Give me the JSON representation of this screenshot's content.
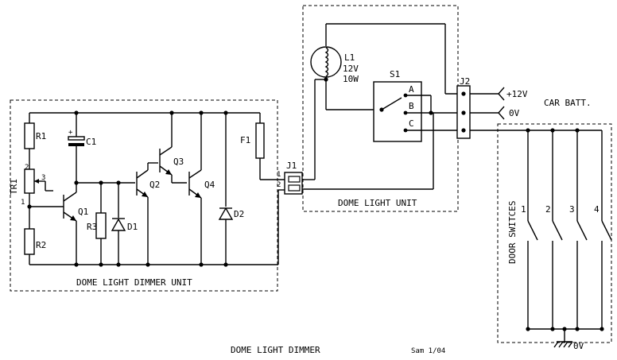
{
  "units": {
    "dimmer_unit": "DOME LIGHT DIMMER UNIT",
    "dome_unit": "DOME LIGHT UNIT",
    "door_switches": "DOOR SWITCES"
  },
  "components": {
    "r1": "R1",
    "r2": "R2",
    "r3": "R3",
    "tr1": "TR1",
    "tr1_pin1": "1",
    "tr1_pin2": "2",
    "tr1_pin3": "3",
    "c1": "C1",
    "c1_plus": "+",
    "q1": "Q1",
    "q2": "Q2",
    "q3": "Q3",
    "q4": "Q4",
    "d1": "D1",
    "d2": "D2",
    "f1": "F1",
    "j1": "J1",
    "j1_pin1": "1",
    "j1_pin2": "2",
    "j2": "J2",
    "l1": "L1",
    "l1_volt": "12V",
    "l1_watt": "10W",
    "s1": "S1",
    "s1_a": "A",
    "s1_b": "B",
    "s1_c": "C"
  },
  "battery": {
    "plus": "+12V",
    "zero": "0V",
    "name": "CAR BATT."
  },
  "switches": [
    "1",
    "2",
    "3",
    "4"
  ],
  "ground_label": "0V",
  "title": "DOME LIGHT DIMMER",
  "author": "Sam 1/04"
}
